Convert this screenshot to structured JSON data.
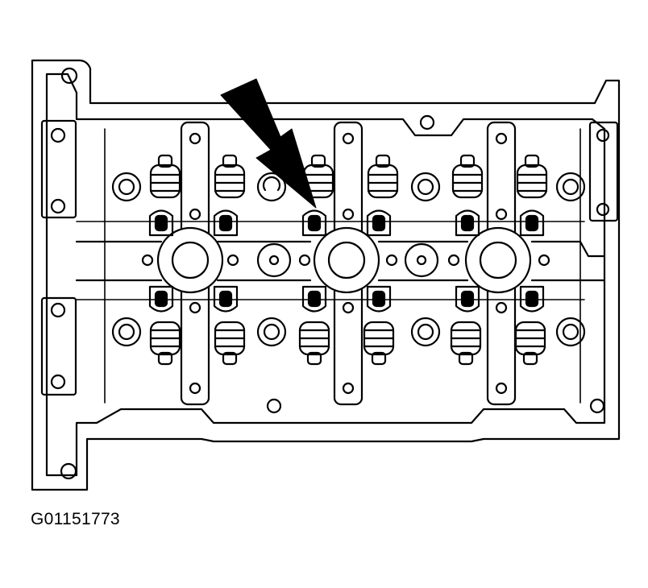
{
  "figure": {
    "id_label": "G01151773",
    "line_color": "#000000",
    "background_color": "#ffffff",
    "subject": "cylinder-head-camshaft-housing",
    "indicator": "pointer-arrow"
  }
}
